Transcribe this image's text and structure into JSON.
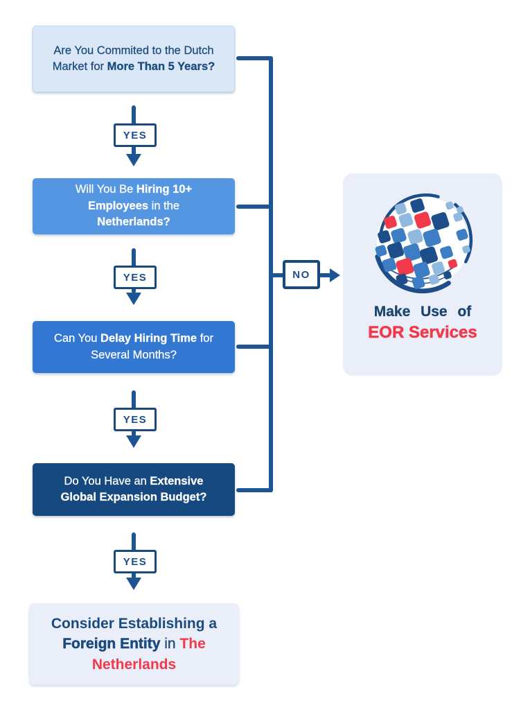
{
  "page": {
    "title": "Dutch market entry decision flowchart"
  },
  "colors": {
    "navy_border": "#17497F",
    "line_navy": "#1D5494",
    "text_navy": "#1B4A7E",
    "box_light_blue": "#D9E7F7",
    "box_mid_blue": "#5596E2",
    "box_royal_blue": "#3277D2",
    "box_dark_navy": "#16497F",
    "panel_light": "#E9EEF8",
    "accent_red": "#F2394B",
    "white": "#FFFFFF"
  },
  "flow": {
    "questions": [
      {
        "p0": "Are You Commited to the Dutch Market for ",
        "b1": "More Than 5 Years?"
      },
      {
        "p0": "Will You Be ",
        "b1": "Hiring 10+ Employees",
        "p2": " in the ",
        "b3": "Netherlands?"
      },
      {
        "p0": "Can You ",
        "b1": "Delay Hiring Time",
        "p2": " for Several Months?"
      },
      {
        "p0": "Do You Have an ",
        "b1": "Extensive Global Expansion Budget?"
      }
    ],
    "yes_label": "YES",
    "no_label": "NO",
    "result": {
      "p0": "Consider Establishing a ",
      "b1": "Foreign Entity",
      "p2": " in ",
      "r3": "The Netherlands"
    },
    "eor_card": {
      "icon": "globe-mosaic-logo",
      "line1": "Make Use of",
      "line2": "EOR Services"
    }
  }
}
